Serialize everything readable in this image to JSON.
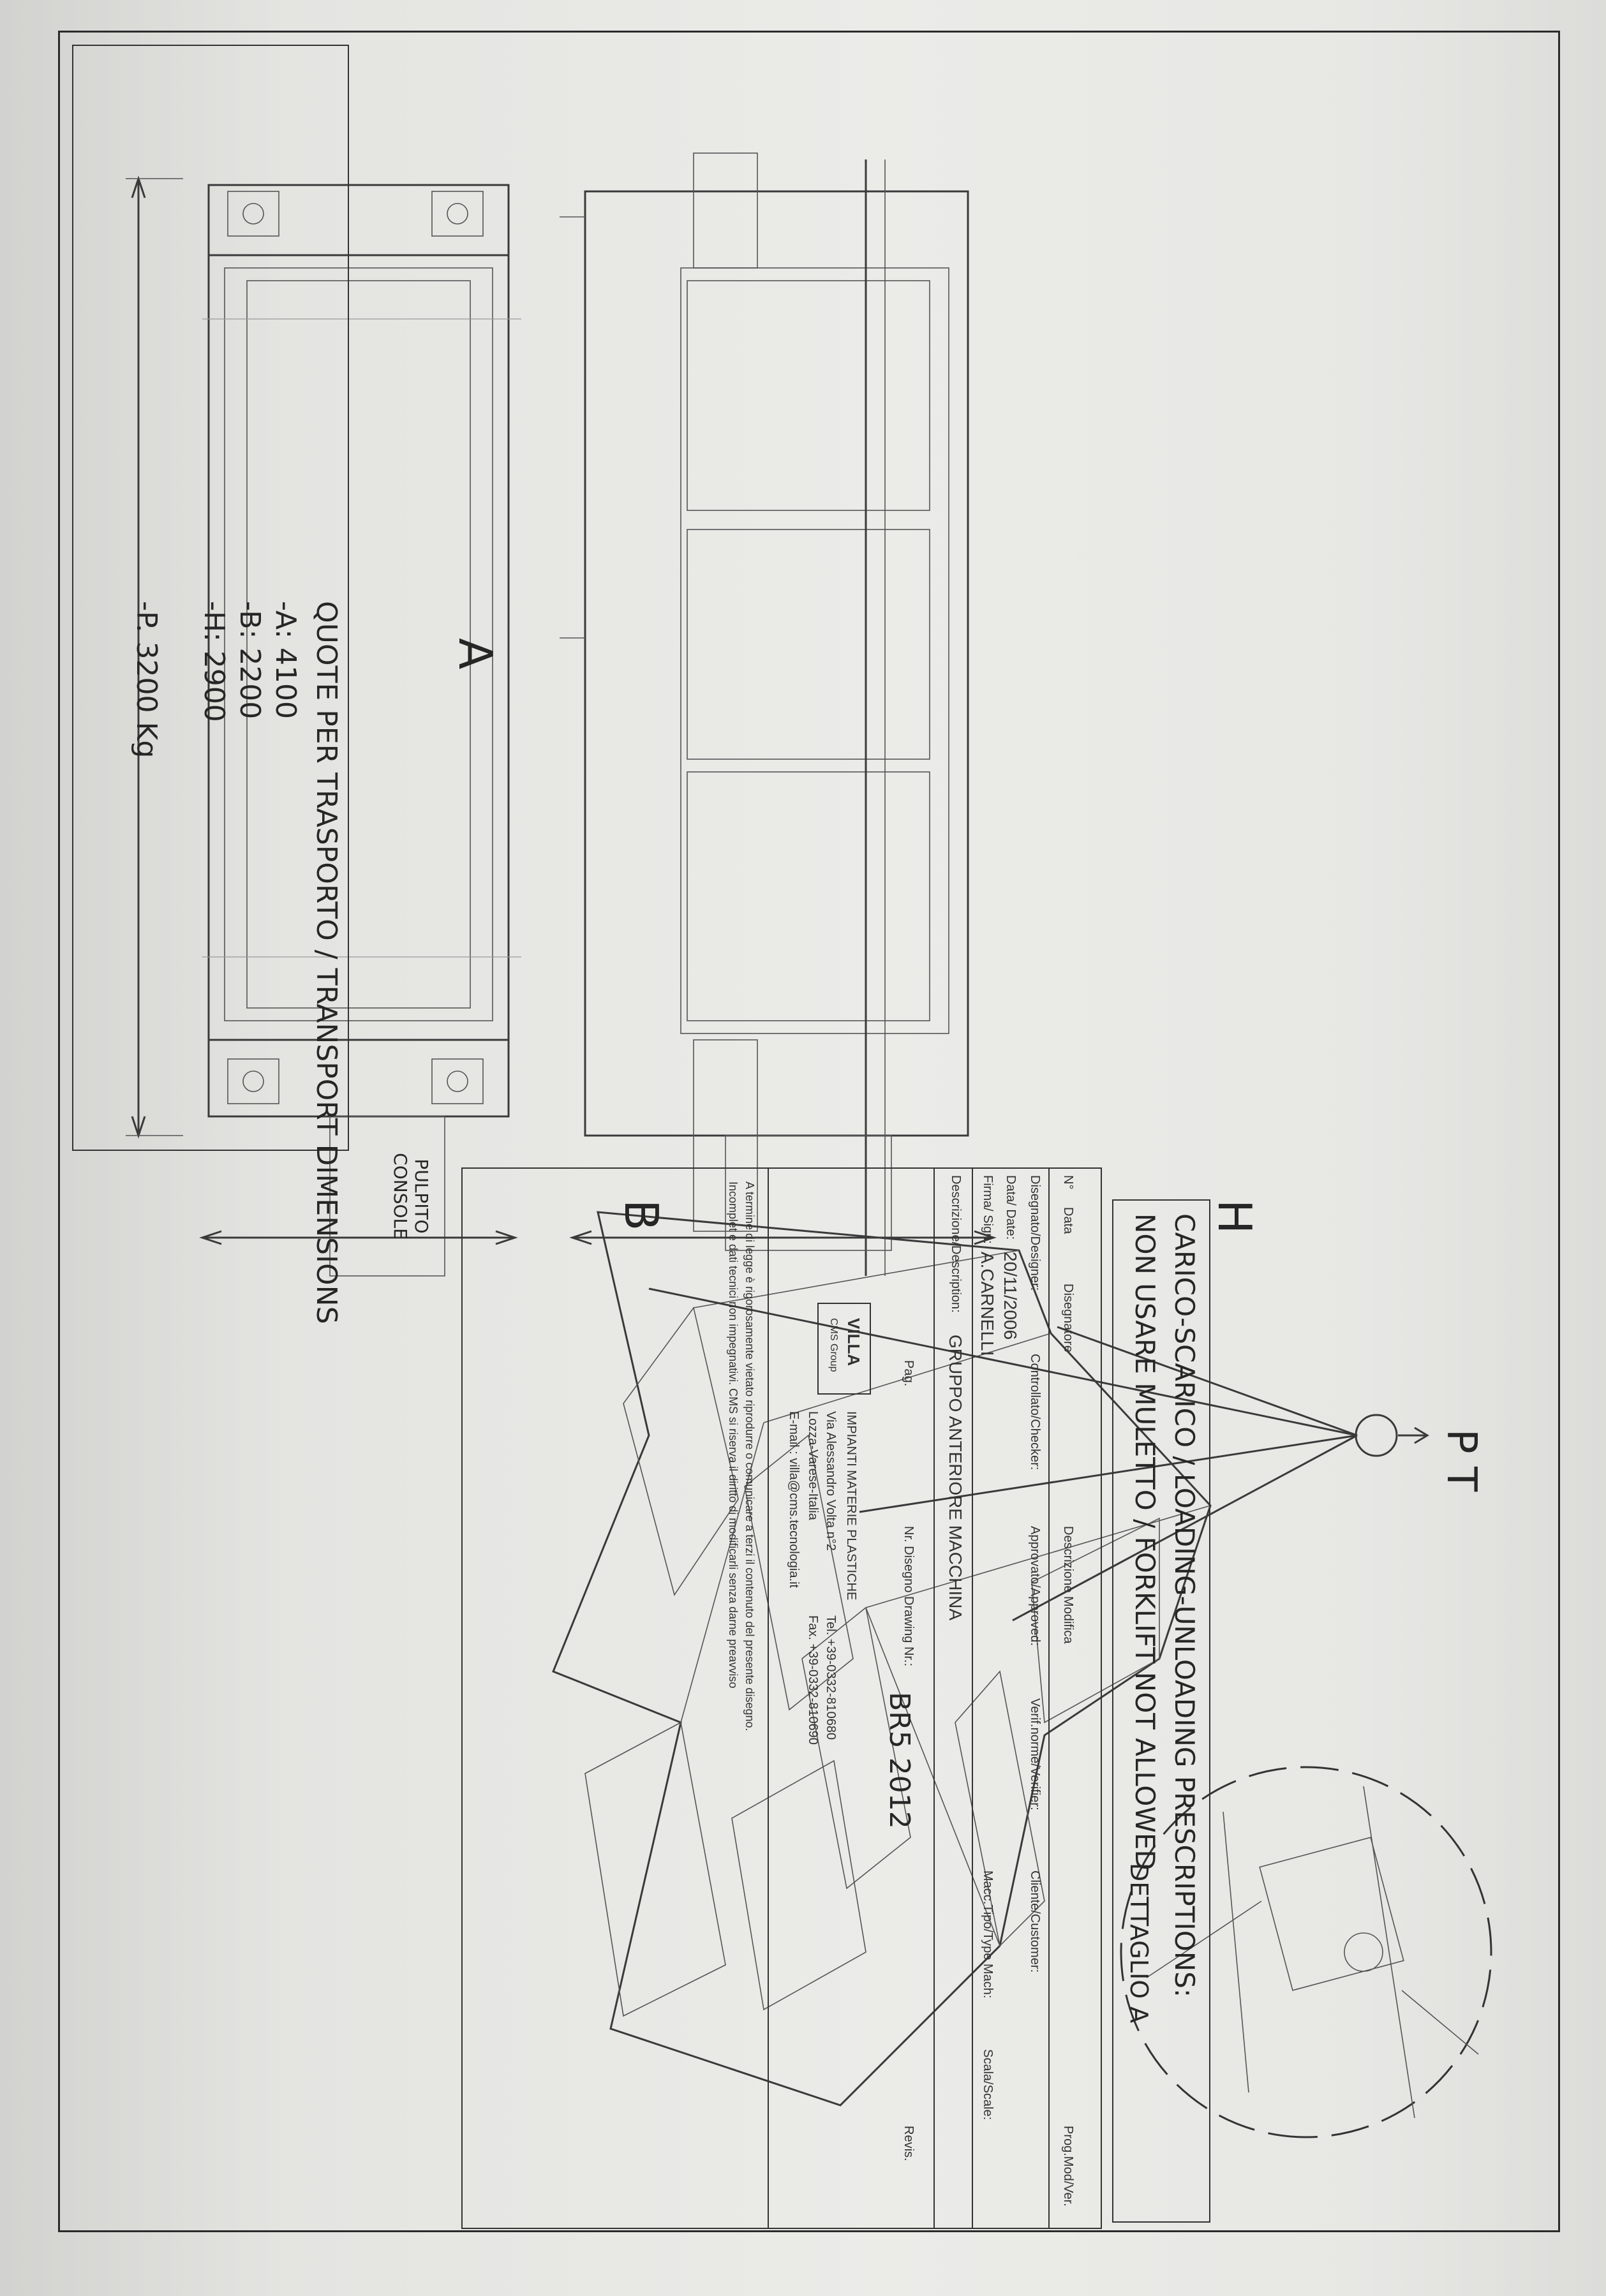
{
  "transport_dimensions": {
    "title": "QUOTE  PER TRASPORTO / TRANSPORT DIMENSIONS",
    "a": "-A: 4100",
    "b": "-B: 2200",
    "h": "-H: 2900",
    "p": "-P. 3200 Kg"
  },
  "views": {
    "label_a": "A",
    "label_b": "B",
    "label_h": "H",
    "console_line1": "PULPITO",
    "console_line2": "CONSOLE",
    "detail": "DETTAGLIO A",
    "pt": "P T"
  },
  "notice": {
    "line1": "CARICO-SCARICO / LOADING-UNLOADING PRESCRIPTIONS:",
    "line2": "NON USARE MULETTO / FORKLIFT NOT ALLOWED"
  },
  "title_block": {
    "rev_header": {
      "n": "N°",
      "data": "Data",
      "disegnatore": "Disegnatore",
      "descrizione": "Descrizione Modifica",
      "prog": "Prog.Mod/Ver."
    },
    "disegnato": "Disegnato/Designer:",
    "controllato": "Controllato/Checker:",
    "approvato": "Approvato/Approved:",
    "verifica": "Verif.norme/Verifier:",
    "cliente": "Cliente/Customer:",
    "data_label": "Data/ Date:",
    "data_value": "20/11/2006",
    "firma_label": "Firma/ Sign:",
    "firma_value": "A.CARNELLI",
    "tipo": "Macc.Tipo/Type Mach:",
    "scala": "Scala/Scale:",
    "descrizione_label": "Descrizione/Description:",
    "descrizione_value": "GRUPPO ANTERIORE MACCHINA",
    "pag": "Pag.",
    "nr_disegno": "Nr. Disegno Drawing Nr.:",
    "drawing_value": "BR5 2012",
    "revis": "Revis.",
    "company_name": "IMPIANTI MATERIE PLASTICHE",
    "company_addr1": "Via Alessandro Volta n°2",
    "company_addr2": "Lozza-Varese-Italia",
    "company_tel": "Tel. +39-0332-810680",
    "company_fax": "Fax. +39-0332-810690",
    "company_email": "E-mail : villa@cms.tecnologia.it",
    "logo_text": "VILLA",
    "logo_sub": "CMS Group",
    "legal1": "A termine di legge è rigorosamente vietato riprodurre o comunicare a terzi il contenuto del presente disegno.",
    "legal2": "Incomplet e dati tecnici non impegnativi. CMS si riserva il diritto di modificarli senza darne preavviso"
  }
}
